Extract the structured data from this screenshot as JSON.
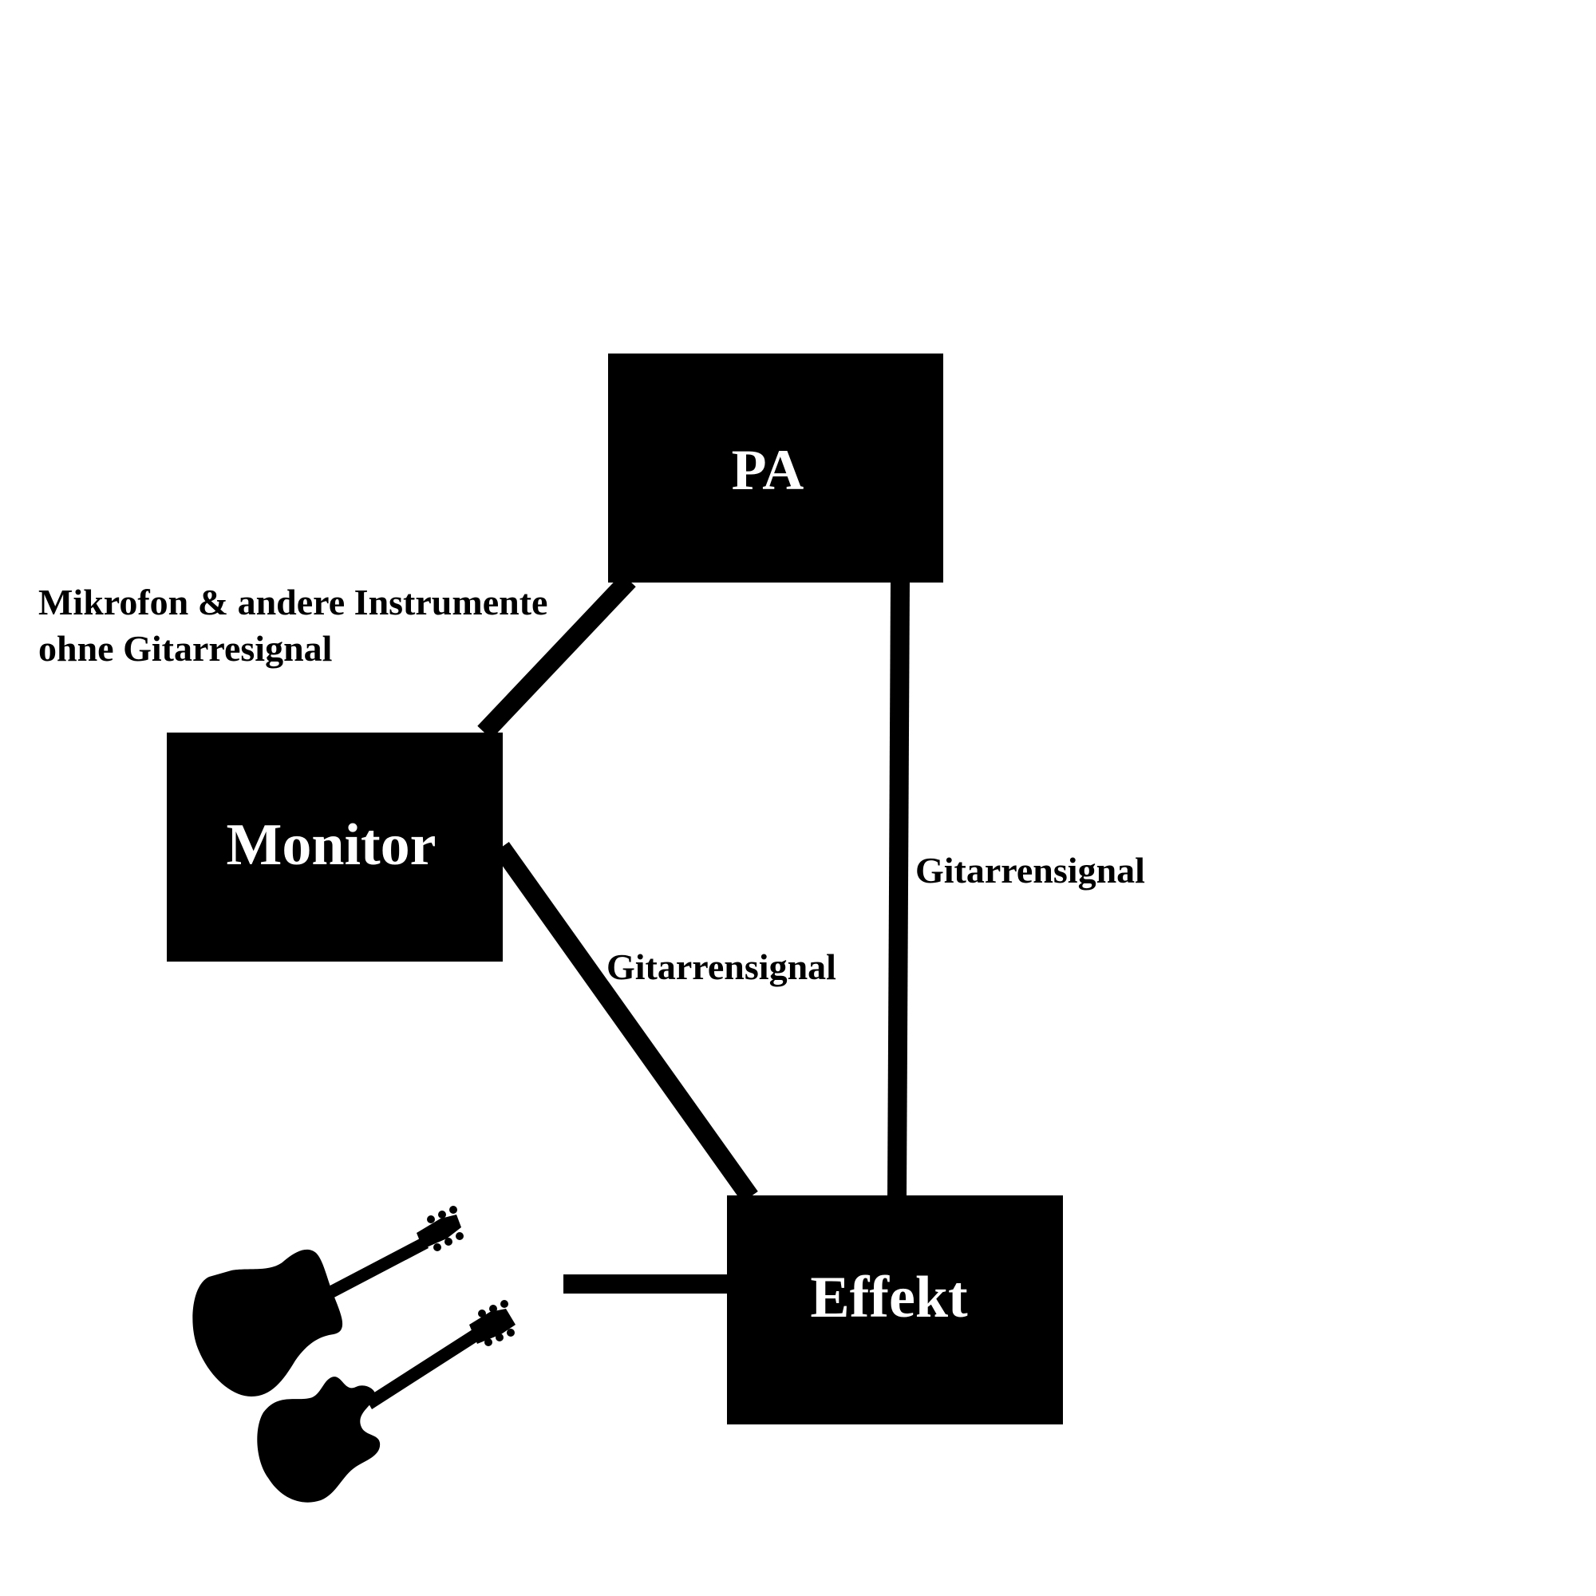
{
  "colors": {
    "background": "#ffffff",
    "box_fill": "#000000",
    "box_text": "#ffffff",
    "line": "#000000",
    "label_text": "#000000"
  },
  "nodes": {
    "pa": {
      "label": "PA"
    },
    "monitor": {
      "label": "Monitor"
    },
    "effekt": {
      "label": "Effekt"
    }
  },
  "edges": {
    "pa_monitor": {
      "label_line1": "Mikrofon & andere Instrumente",
      "label_line2": "ohne Gitarresignal"
    },
    "pa_effekt": {
      "label": "Gitarrensignal"
    },
    "monitor_effekt": {
      "label": "Gitarrensignal"
    },
    "guitars_effekt": {
      "label": ""
    }
  },
  "icons": {
    "acoustic": "acoustic-guitar-icon",
    "electric": "electric-guitar-icon"
  }
}
